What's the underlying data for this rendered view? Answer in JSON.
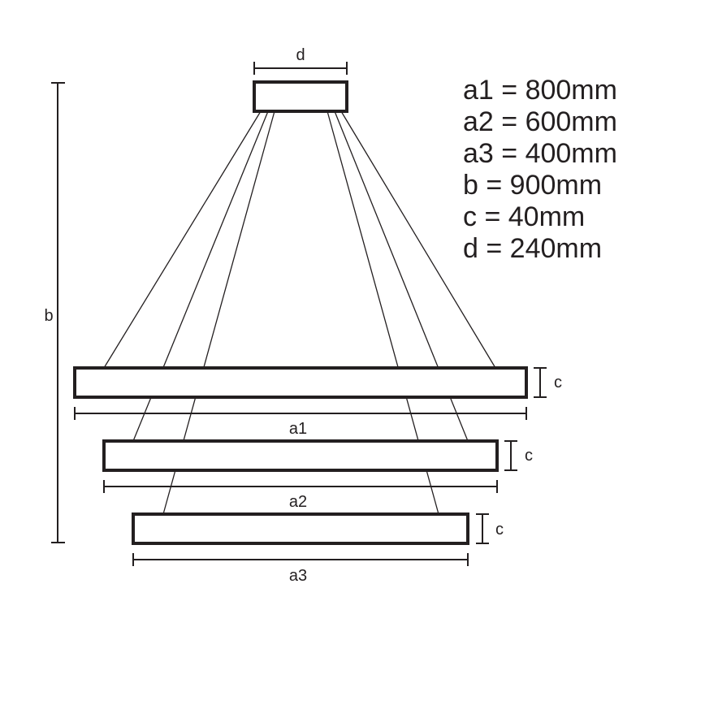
{
  "specs": [
    "a1 = 800mm",
    "a2 = 600mm",
    "a3 = 400mm",
    "b = 900mm",
    "c = 40mm",
    "d = 240mm"
  ],
  "labels": {
    "d": "d",
    "b": "b",
    "a1": "a1",
    "a2": "a2",
    "a3": "a3",
    "c1": "c",
    "c2": "c",
    "c3": "c"
  },
  "colors": {
    "line": "#231f20",
    "background": "#ffffff"
  }
}
